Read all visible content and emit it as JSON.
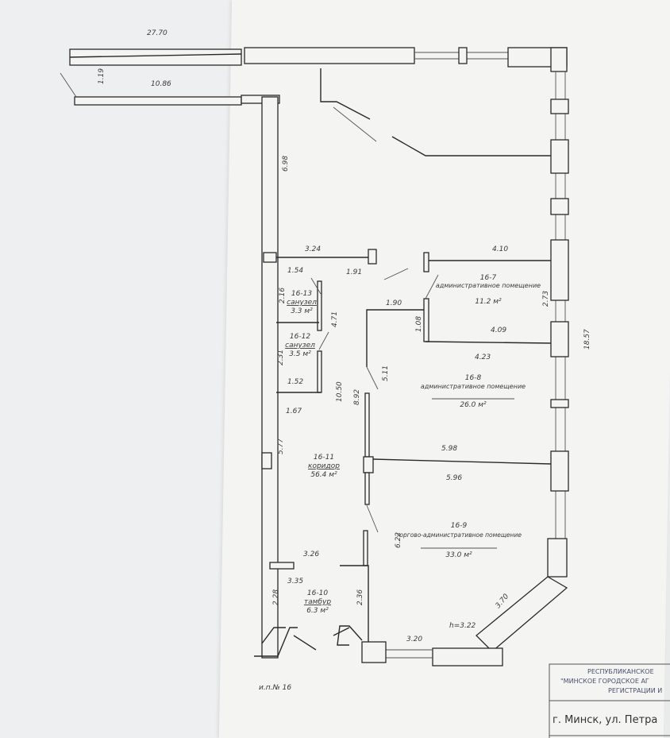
{
  "plan": {
    "dimensions": {
      "top_total": "27.70",
      "top_inner": "10.86",
      "left_small": "1.19",
      "upper_left": "6.98",
      "d324": "3.24",
      "d154": "1.54",
      "d191": "1.91",
      "d410": "4.10",
      "d216": "2.16",
      "d471": "4.71",
      "d190": "1.90",
      "d108": "1.08",
      "d409": "4.09",
      "d423": "4.23",
      "d231": "2.31",
      "d152": "1.52",
      "d1050": "10.50",
      "d892": "8.92",
      "d511": "5.11",
      "d167": "1.67",
      "d577": "5.77",
      "d598": "5.98",
      "d596": "5.96",
      "d622": "6.22",
      "d326": "3.26",
      "d335": "3.35",
      "d228": "2.28",
      "d236": "2.36",
      "d370": "3.70",
      "d320": "3.20",
      "d273": "2.73",
      "d1857": "18.57",
      "height": "h=3.22"
    },
    "rooms": [
      {
        "id": "16-7",
        "name": "административное помещение",
        "area": "11.2 м²"
      },
      {
        "id": "16-8",
        "name": "административное помещение",
        "area": "26.0 м²"
      },
      {
        "id": "16-9",
        "name": "торгово-административное помещение",
        "area": "33.0 м²"
      },
      {
        "id": "16-10",
        "name": "тамбур",
        "area": "6.3 м²"
      },
      {
        "id": "16-11",
        "name": "коридор",
        "area": "56.4 м²"
      },
      {
        "id": "16-12",
        "name": "санузел",
        "area": "3.5 м²"
      },
      {
        "id": "16-13",
        "name": "санузел",
        "area": "3.3 м²"
      }
    ],
    "plan_number": "и.п.№ 16"
  },
  "stamp": {
    "line1": "РЕСПУБЛИКАНСКОЕ",
    "line2": "\"МИНСКОЕ ГОРОДСКОЕ АГ",
    "line3": "РЕГИСТРАЦИИ И",
    "address": "г. Минск, ул. Петра"
  }
}
